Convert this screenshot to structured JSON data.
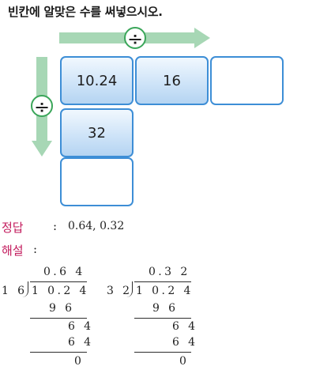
{
  "question": "빈칸에 알맞은 수를 써넣으시오.",
  "operator_symbol": "÷",
  "grid": {
    "row1": [
      "10.24",
      "16",
      ""
    ],
    "col1": [
      "32",
      ""
    ]
  },
  "answer": {
    "label": "정답",
    "colon": ":",
    "value": "0.64,  0.32"
  },
  "explanation": {
    "label": "해설",
    "colon": ":",
    "division1": {
      "quotient": "0.6 4",
      "divisor": "1 6",
      "dividend": "1 0.2 4",
      "step1": "9 6",
      "step2": "6 4",
      "step3": "6 4",
      "remainder": "0"
    },
    "division2": {
      "quotient": "0.3 2",
      "divisor": "3 2",
      "dividend": "1 0.2 4",
      "step1": "9 6",
      "step2": "6 4",
      "step3": "6 4",
      "remainder": "0"
    }
  },
  "colors": {
    "arrow": "#a7d7b5",
    "circle_border": "#3ba65a",
    "cell_border": "#3d8ed6",
    "cell_fill": "#cfe4f8",
    "label": "#c2185b"
  }
}
